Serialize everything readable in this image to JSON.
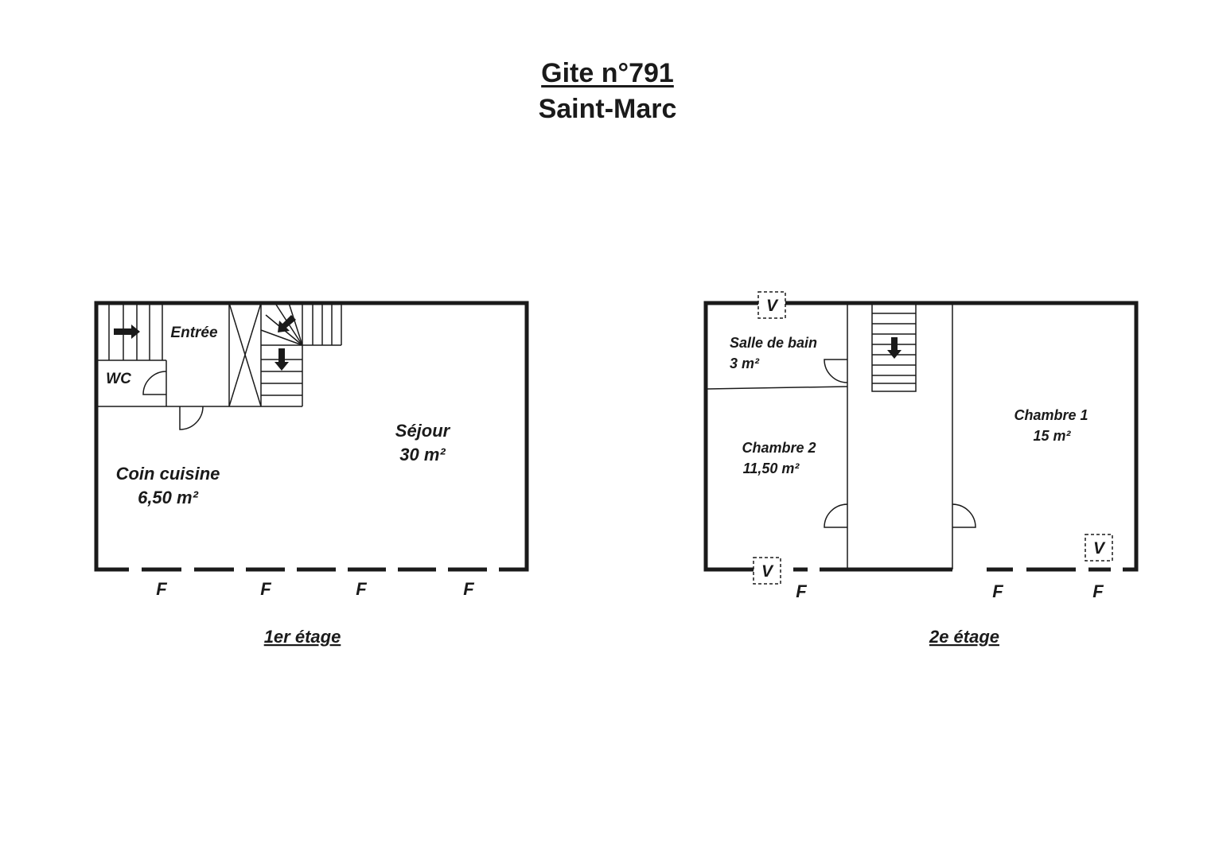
{
  "header": {
    "title": "Gite n°791",
    "subtitle": "Saint-Marc"
  },
  "floor1": {
    "caption": "1er étage",
    "rooms": {
      "entree": "Entrée",
      "wc": "WC",
      "sejour_name": "Séjour",
      "sejour_area": "30 m²",
      "cuisine_name": "Coin cuisine",
      "cuisine_area": "6,50 m²"
    },
    "windows": [
      "F",
      "F",
      "F",
      "F"
    ]
  },
  "floor2": {
    "caption": "2e étage",
    "rooms": {
      "sdb_name": "Salle de bain",
      "sdb_area": "3 m²",
      "ch2_name": "Chambre 2",
      "ch2_area": "11,50 m²",
      "ch1_name": "Chambre 1",
      "ch1_area": "15 m²"
    },
    "windows": [
      "F",
      "F",
      "F"
    ],
    "vents": [
      "V",
      "V",
      "V"
    ]
  }
}
